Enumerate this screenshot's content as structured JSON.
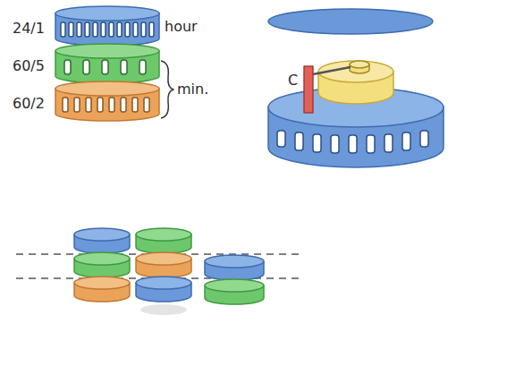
{
  "diagram": {
    "labels": [
      "24/1",
      "60/5",
      "60/2",
      "hour",
      "min.",
      "C"
    ]
  }
}
